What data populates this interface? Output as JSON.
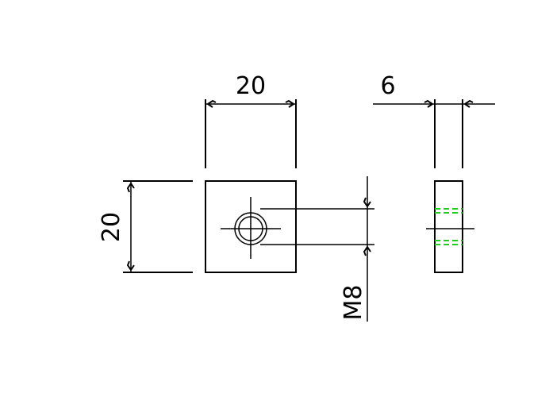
{
  "dimensions": {
    "front_width": "20",
    "front_height": "20",
    "side_thickness": "6",
    "thread": "M8"
  },
  "colors": {
    "line": "#000000",
    "hidden_thread": "#22cc22",
    "background": "#ffffff"
  }
}
